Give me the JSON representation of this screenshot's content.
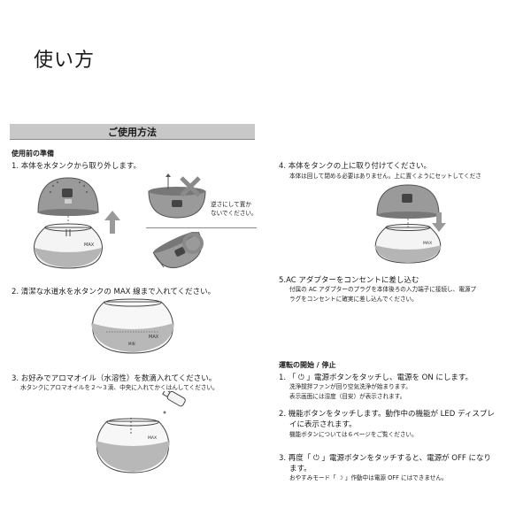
{
  "page_title": "使い方",
  "section_title": "ご使用方法",
  "prep_heading": "使用前の準備",
  "step1": "1. 本体を水タンクから取り外します。",
  "step1_caution": [
    "逆さにして置か",
    "ないでください。"
  ],
  "step2": "2. 清潔な水道水を水タンクの MAX 線まで入れてください。",
  "step3": "3. お好みでアロマオイル（水溶性）を数滴入れてください。",
  "step3_note": "水タンクにアロマオイルを２～３滴、中央に入れてかくはんしてください。",
  "step4": "4. 本体をタンクの上に取り付けてください。",
  "step4_note": "本体は回して閉める必要はありません。上に置くようにセットしてくださ",
  "step5": "5.AC アダプターをコンセントに差し込む",
  "step5_note": [
    "付属の AC アダプターのプラグを本体後ろの入力端子に接続し、電源プ",
    "ラグをコンセントに確実に差し込んでください。"
  ],
  "op_heading": "運転の開始 / 停止",
  "op1": "1. 「 ⏻ 」電源ボタンをタッチし、電源を ON にします。",
  "op1_note": [
    "洗浄撹拌ファンが回り空気洗浄が始まります。",
    "表示画面には湿度（目安）が表示されます。"
  ],
  "op2": [
    "2. 機能ボタンをタッチします。動作中の機能が LED ディスプレ",
    "イに表示されます。"
  ],
  "op2_note": "機能ボタンについては６ページをご覧ください。",
  "op3": [
    "3. 再度「 ⏻ 」電源ボタンをタッチすると、電源が OFF になり",
    "ます。"
  ],
  "op3_note": "おやすみモード「 ☽ 」作動中は電源 OFF にはできません。",
  "max_label": "MAX",
  "min_label": "MIN"
}
